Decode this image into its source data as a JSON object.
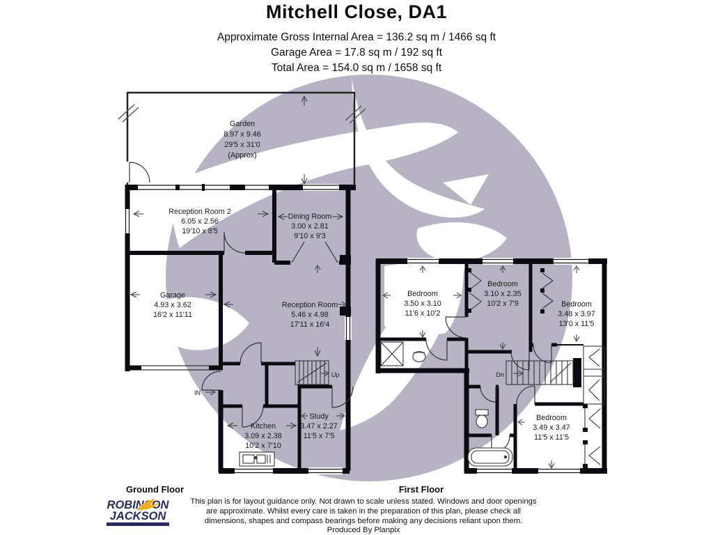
{
  "header": {
    "title": "Mitchell Close, DA1",
    "line1": "Approximate Gross Internal Area = 136.2 sq m / 1466 sq ft",
    "line2": "Garage Area = 17.8 sq m / 192 sq ft",
    "line3": "Total Area = 154.0 sq m / 1658 sq ft"
  },
  "ground": {
    "label": "Ground Floor",
    "rooms": {
      "garden": {
        "name": "Garden",
        "metric": "8.97 x 9.46",
        "imperial": "29'5 x 31'0",
        "note": "(Approx)"
      },
      "reception2": {
        "name": "Reception Room 2",
        "metric": "6.05 x 2.56",
        "imperial": "19'10 x 8'5"
      },
      "dining": {
        "name": "Dining Room",
        "metric": "3.00 x 2.81",
        "imperial": "9'10 x 9'3"
      },
      "garage": {
        "name": "Garage",
        "metric": "4.93 x 3.62",
        "imperial": "16'2 x 11'11"
      },
      "reception": {
        "name": "Reception Room",
        "metric": "5.46 x 4.98",
        "imperial": "17'11 x 16'4"
      },
      "kitchen": {
        "name": "Kitchen",
        "metric": "3.09 x 2.38",
        "imperial": "10'2 x 7'10"
      },
      "study": {
        "name": "Study",
        "metric": "3.47 x 2.27",
        "imperial": "11'5 x 7'5"
      }
    },
    "annotations": {
      "entrance": "IN",
      "stairs": "Up"
    }
  },
  "first": {
    "label": "First Floor",
    "rooms": {
      "bedroom1": {
        "name": "Bedroom",
        "metric": "3.50 x 3.10",
        "imperial": "11'6 x 10'2"
      },
      "bedroom2": {
        "name": "Bedroom",
        "metric": "3.10 x 2.35",
        "imperial": "10'2 x 7'9"
      },
      "bedroom3": {
        "name": "Bedroom",
        "metric": "3.48 x 3.97",
        "imperial": "13'0 x 11'5"
      },
      "bedroom4": {
        "name": "Bedroom",
        "metric": "3.49 x 3.47",
        "imperial": "11'5 x 11'5"
      }
    },
    "annotations": {
      "stairs": "Dn"
    }
  },
  "footer": {
    "disclaimer": [
      "This plan is for layout guidance only. Not drawn to scale unless stated. Windows and door openings",
      "are approximate. Whilst every care is taken in the preparation of this plan, please check all",
      "dimensions, shapes and compass bearings before making any decisions reliant upon them."
    ],
    "produced_by": "Produced By Planpix"
  },
  "logo": {
    "line1": "ROBINSON",
    "line2": "JACKSON"
  },
  "colors": {
    "walls": "#0b0b12",
    "watermark": "#b7b3c4",
    "logo_navy": "#252a63",
    "logo_yellow": "#f2b01e",
    "text": "#1a1a1a"
  }
}
